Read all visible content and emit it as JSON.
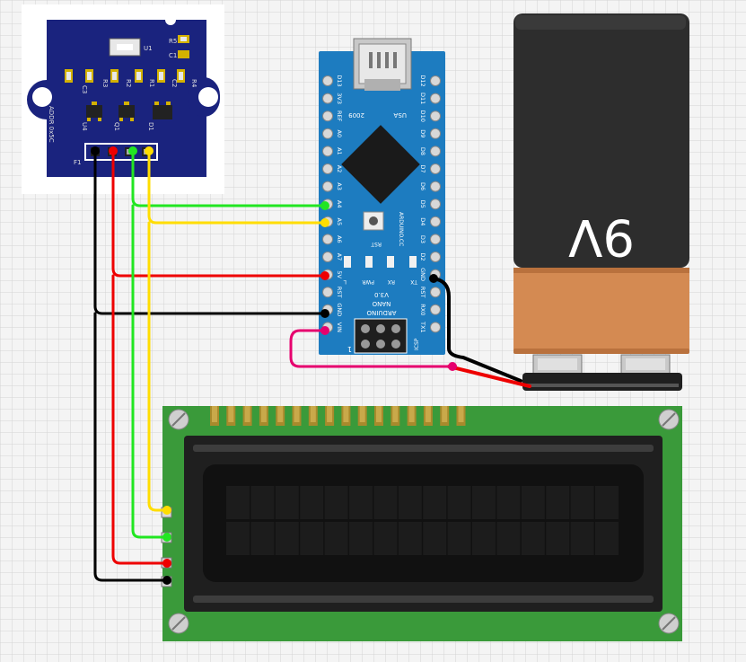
{
  "colors": {
    "grid_bg": "#f4f4f4",
    "grid_line": "#d4d4d4",
    "wire_black": "#000000",
    "wire_red": "#ee0000",
    "wire_green": "#22e622",
    "wire_yellow": "#ffdd00",
    "wire_pink": "#e6006e",
    "arduino_blue": "#1d7cc0",
    "sensor_pcb": "#1a237e",
    "lcd_green": "#3a9a3a",
    "battery_dark": "#2d2d2d",
    "battery_orange": "#d48a52"
  },
  "sensor_module": {
    "labels": {
      "u1": "U1",
      "r5": "R5",
      "c1": "C1",
      "c3": "C3",
      "r3": "R3",
      "r2": "R2",
      "r1": "R1",
      "c2": "C2",
      "r4": "R4",
      "u4": "U4",
      "q1": "Q1",
      "d1": "D1",
      "addr": "ADDR 0x5C",
      "f1": "F1"
    }
  },
  "arduino_nano": {
    "left_pins": [
      "D13",
      "3V3",
      "REF",
      "A0",
      "A1",
      "A2",
      "A3",
      "A4",
      "A5",
      "A6",
      "A7",
      "5V",
      "RST",
      "GND",
      "VIN"
    ],
    "right_pins": [
      "D12",
      "D11",
      "D10",
      "D9",
      "D8",
      "D7",
      "D6",
      "D5",
      "D4",
      "D3",
      "D2",
      "GND",
      "RST",
      "RX0",
      "TX1"
    ],
    "usa_label": "USA",
    "year_label": "2009",
    "rst_label": "RST",
    "brand_label": "ARDUINO.CC",
    "leds": [
      "L",
      "PWR",
      "RX",
      "TX"
    ],
    "model_lines": [
      "ARDUINO",
      "NANO",
      "V3.0"
    ],
    "icsp_label": "ICSP",
    "icsp_pin1": "1"
  },
  "battery": {
    "label": "9V"
  },
  "lcd": {
    "rows": 2,
    "cols": 16,
    "header_pins": 16
  }
}
